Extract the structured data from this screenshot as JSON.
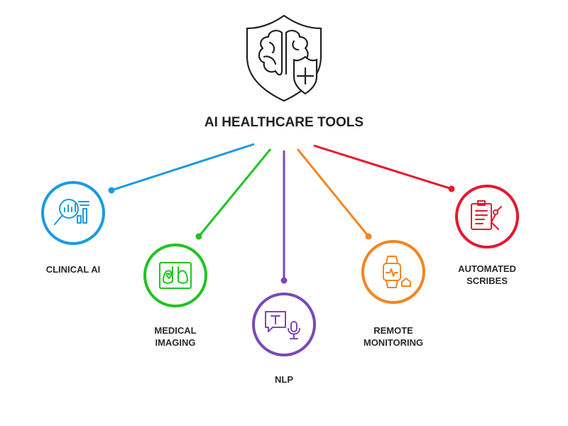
{
  "title": "AI HEALTHCARE TOOLS",
  "tools": [
    {
      "label": [
        "CLINICAL AI"
      ],
      "color": "#1a9be0",
      "icon": "magnifier-chart-icon"
    },
    {
      "label": [
        "MEDICAL",
        "IMAGING"
      ],
      "color": "#22c322",
      "icon": "lung-xray-icon"
    },
    {
      "label": [
        "NLP"
      ],
      "color": "#7b48b8",
      "icon": "speech-microphone-icon"
    },
    {
      "label": [
        "REMOTE",
        "MONITORING"
      ],
      "color": "#f5841f",
      "icon": "smartwatch-icon"
    },
    {
      "label": [
        "AUTOMATED",
        "SCRIBES"
      ],
      "color": "#e5192e",
      "icon": "clipboard-robot-arm-icon"
    }
  ]
}
